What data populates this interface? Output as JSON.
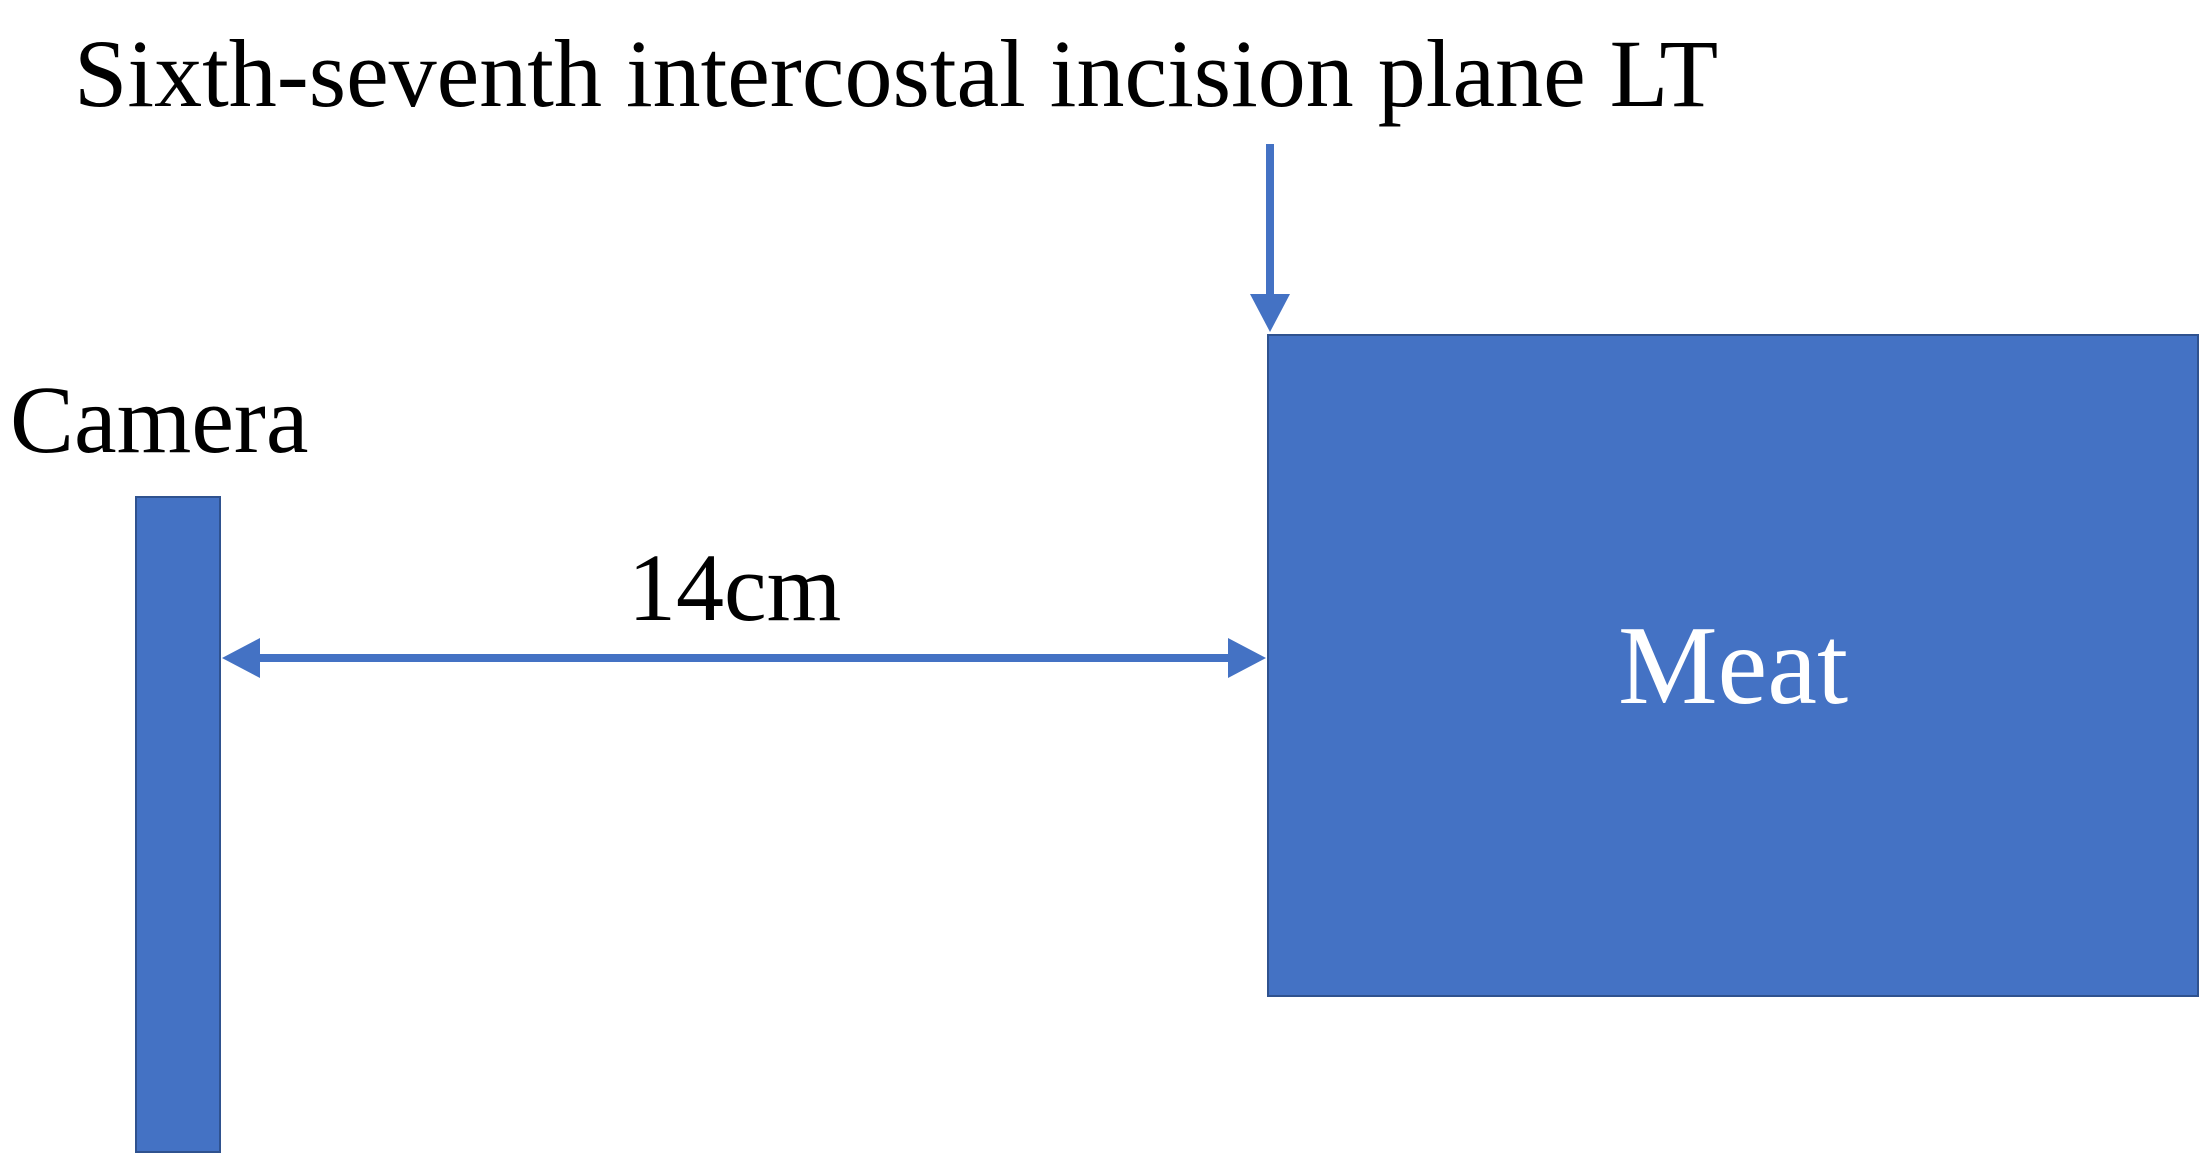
{
  "diagram": {
    "incision_plane_label": "Sixth-seventh intercostal incision plane LT",
    "camera_label": "Camera",
    "distance_label": "14cm",
    "meat_label": "Meat"
  },
  "colors": {
    "shape_fill": "#4472C4",
    "shape_stroke": "#2F528F",
    "arrow": "#4472C4",
    "text": "#000000",
    "meat_text": "#FFFFFF"
  }
}
